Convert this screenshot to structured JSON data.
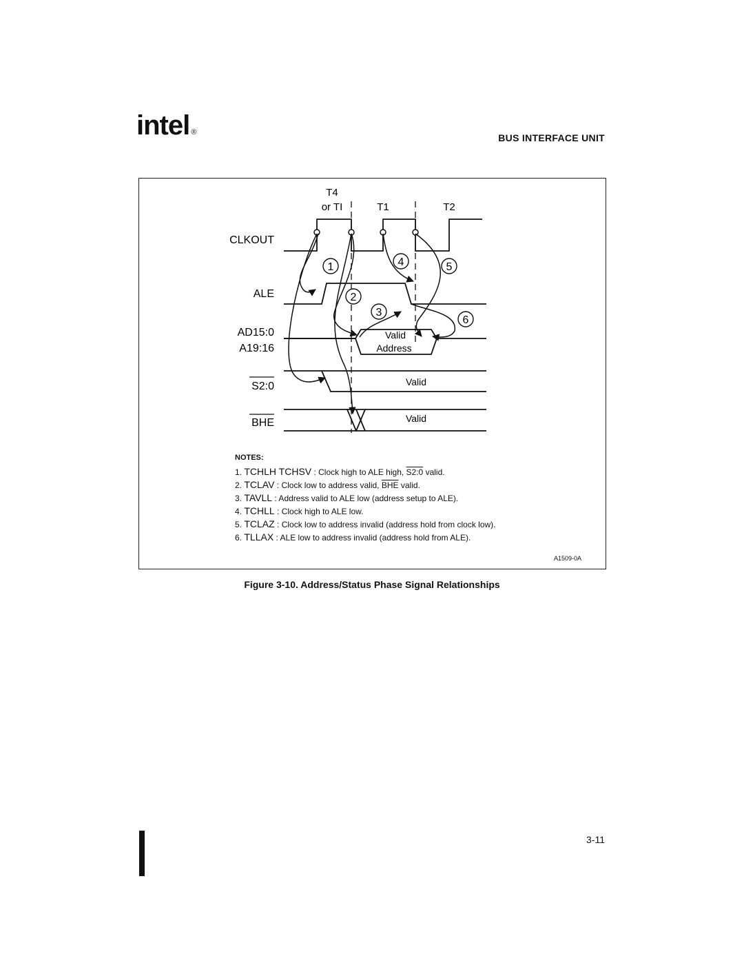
{
  "header": {
    "logo_text": "intel",
    "section_title": "BUS INTERFACE UNIT"
  },
  "figure": {
    "periods": {
      "t4": "T4",
      "or_ti": "or TI",
      "t1": "T1",
      "t2": "T2"
    },
    "signals": {
      "clkout": "CLKOUT",
      "ale": "ALE",
      "ad": "AD15:0",
      "a": "A19:16",
      "s": "S2:0",
      "bhe": "BHE"
    },
    "bus_labels": {
      "valid1": "Valid",
      "address": "Address",
      "valid2": "Valid",
      "valid3": "Valid"
    },
    "markers": [
      "1",
      "2",
      "3",
      "4",
      "5",
      "6"
    ],
    "notes_heading": "NOTES:",
    "notes": [
      {
        "num": "1.",
        "sym": "TCHLH TCHSV",
        "desc_pre": " : Clock high to ALE high, ",
        "desc_ov": "S2:0",
        "desc_post": " valid."
      },
      {
        "num": "2.",
        "sym": "TCLAV",
        "desc_pre": " : Clock low to address valid, ",
        "desc_ov": "BHE",
        "desc_post": " valid."
      },
      {
        "num": "3.",
        "sym": "TAVLL",
        "desc_pre": " : Address valid to ALE low (address setup to ALE).",
        "desc_ov": "",
        "desc_post": ""
      },
      {
        "num": "4.",
        "sym": "TCHLL",
        "desc_pre": " : Clock high to ALE low.",
        "desc_ov": "",
        "desc_post": ""
      },
      {
        "num": "5.",
        "sym": "TCLAZ",
        "desc_pre": " : Clock low to address invalid (address hold from clock low).",
        "desc_ov": "",
        "desc_post": ""
      },
      {
        "num": "6.",
        "sym": "TLLAX",
        "desc_pre": " : ALE low to address invalid (address hold from ALE).",
        "desc_ov": "",
        "desc_post": ""
      }
    ],
    "figure_id": "A1509-0A",
    "caption": "Figure 3-10.  Address/Status Phase Signal Relationships"
  },
  "footer": {
    "page_number": "3-11"
  }
}
